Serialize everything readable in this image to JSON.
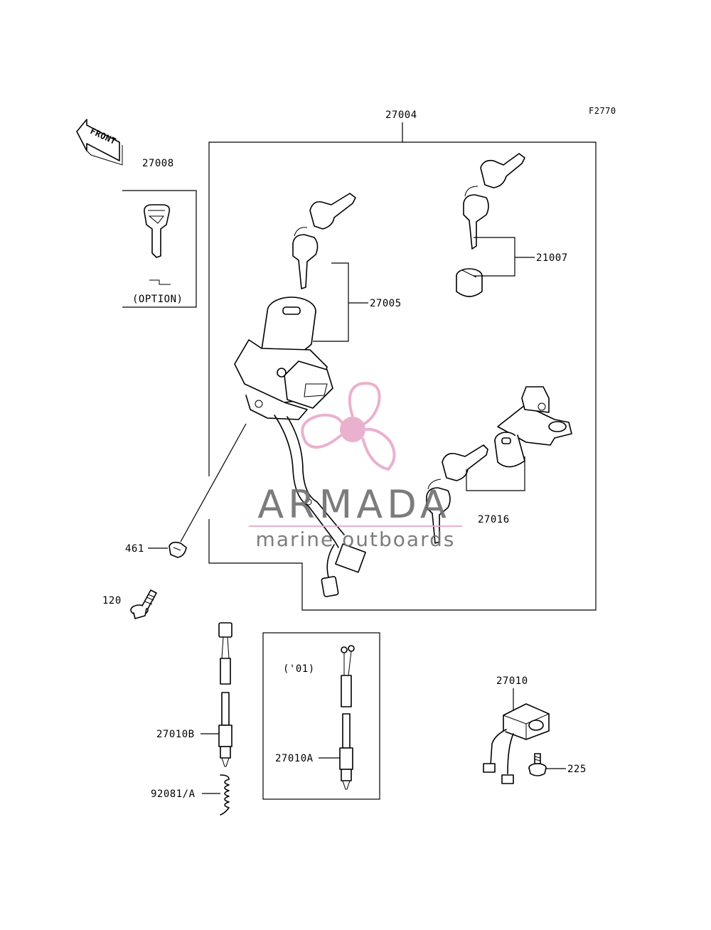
{
  "figure_code": "F2770",
  "front_label": "FRONT",
  "labels": {
    "p27004": "27004",
    "p27008": "27008",
    "option": "(OPTION)",
    "p21007": "21007",
    "p27005": "27005",
    "p27016": "27016",
    "p461": "461",
    "p120": "120",
    "p27010B": "27010B",
    "p92081": "92081/A",
    "year01": "('01)",
    "p27010A": "27010A",
    "p27010": "27010",
    "p225": "225"
  },
  "watermark": {
    "brand": "ARMADA",
    "tagline": "marine outboards",
    "color": "#e8a9c9",
    "text_color": "#6e6e6e"
  }
}
